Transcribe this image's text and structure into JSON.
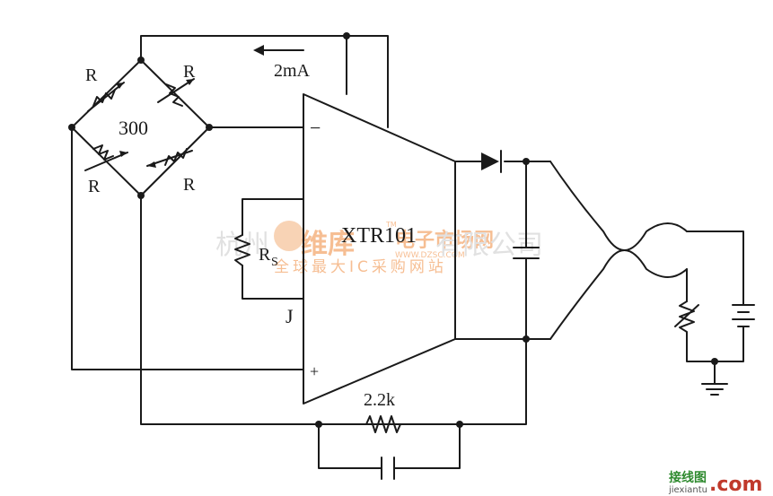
{
  "bridge": {
    "r_top_left": "R",
    "r_top_right": "R",
    "r_bottom_left": "R",
    "r_bottom_right": "R",
    "center_value": "300"
  },
  "current_label": "2mA",
  "opamp": {
    "part": "XTR101",
    "minus": "−",
    "plus": "+"
  },
  "rs_label": "R",
  "rs_sub": "S",
  "j_label": "J",
  "feedback_resistor": "2.2k",
  "watermark": {
    "left_cn": "杭州",
    "brand_cn": "维库",
    "brand_tm": "TM",
    "market_cn": "电子市场网",
    "url": "WWW.DZSC.COM",
    "slogan_cn": "全球最大IC采购网站",
    "right_cn": "有限公司",
    "site_cn": "接线图",
    "site_com": ".com",
    "site_pinyin": "jiexiantu"
  }
}
